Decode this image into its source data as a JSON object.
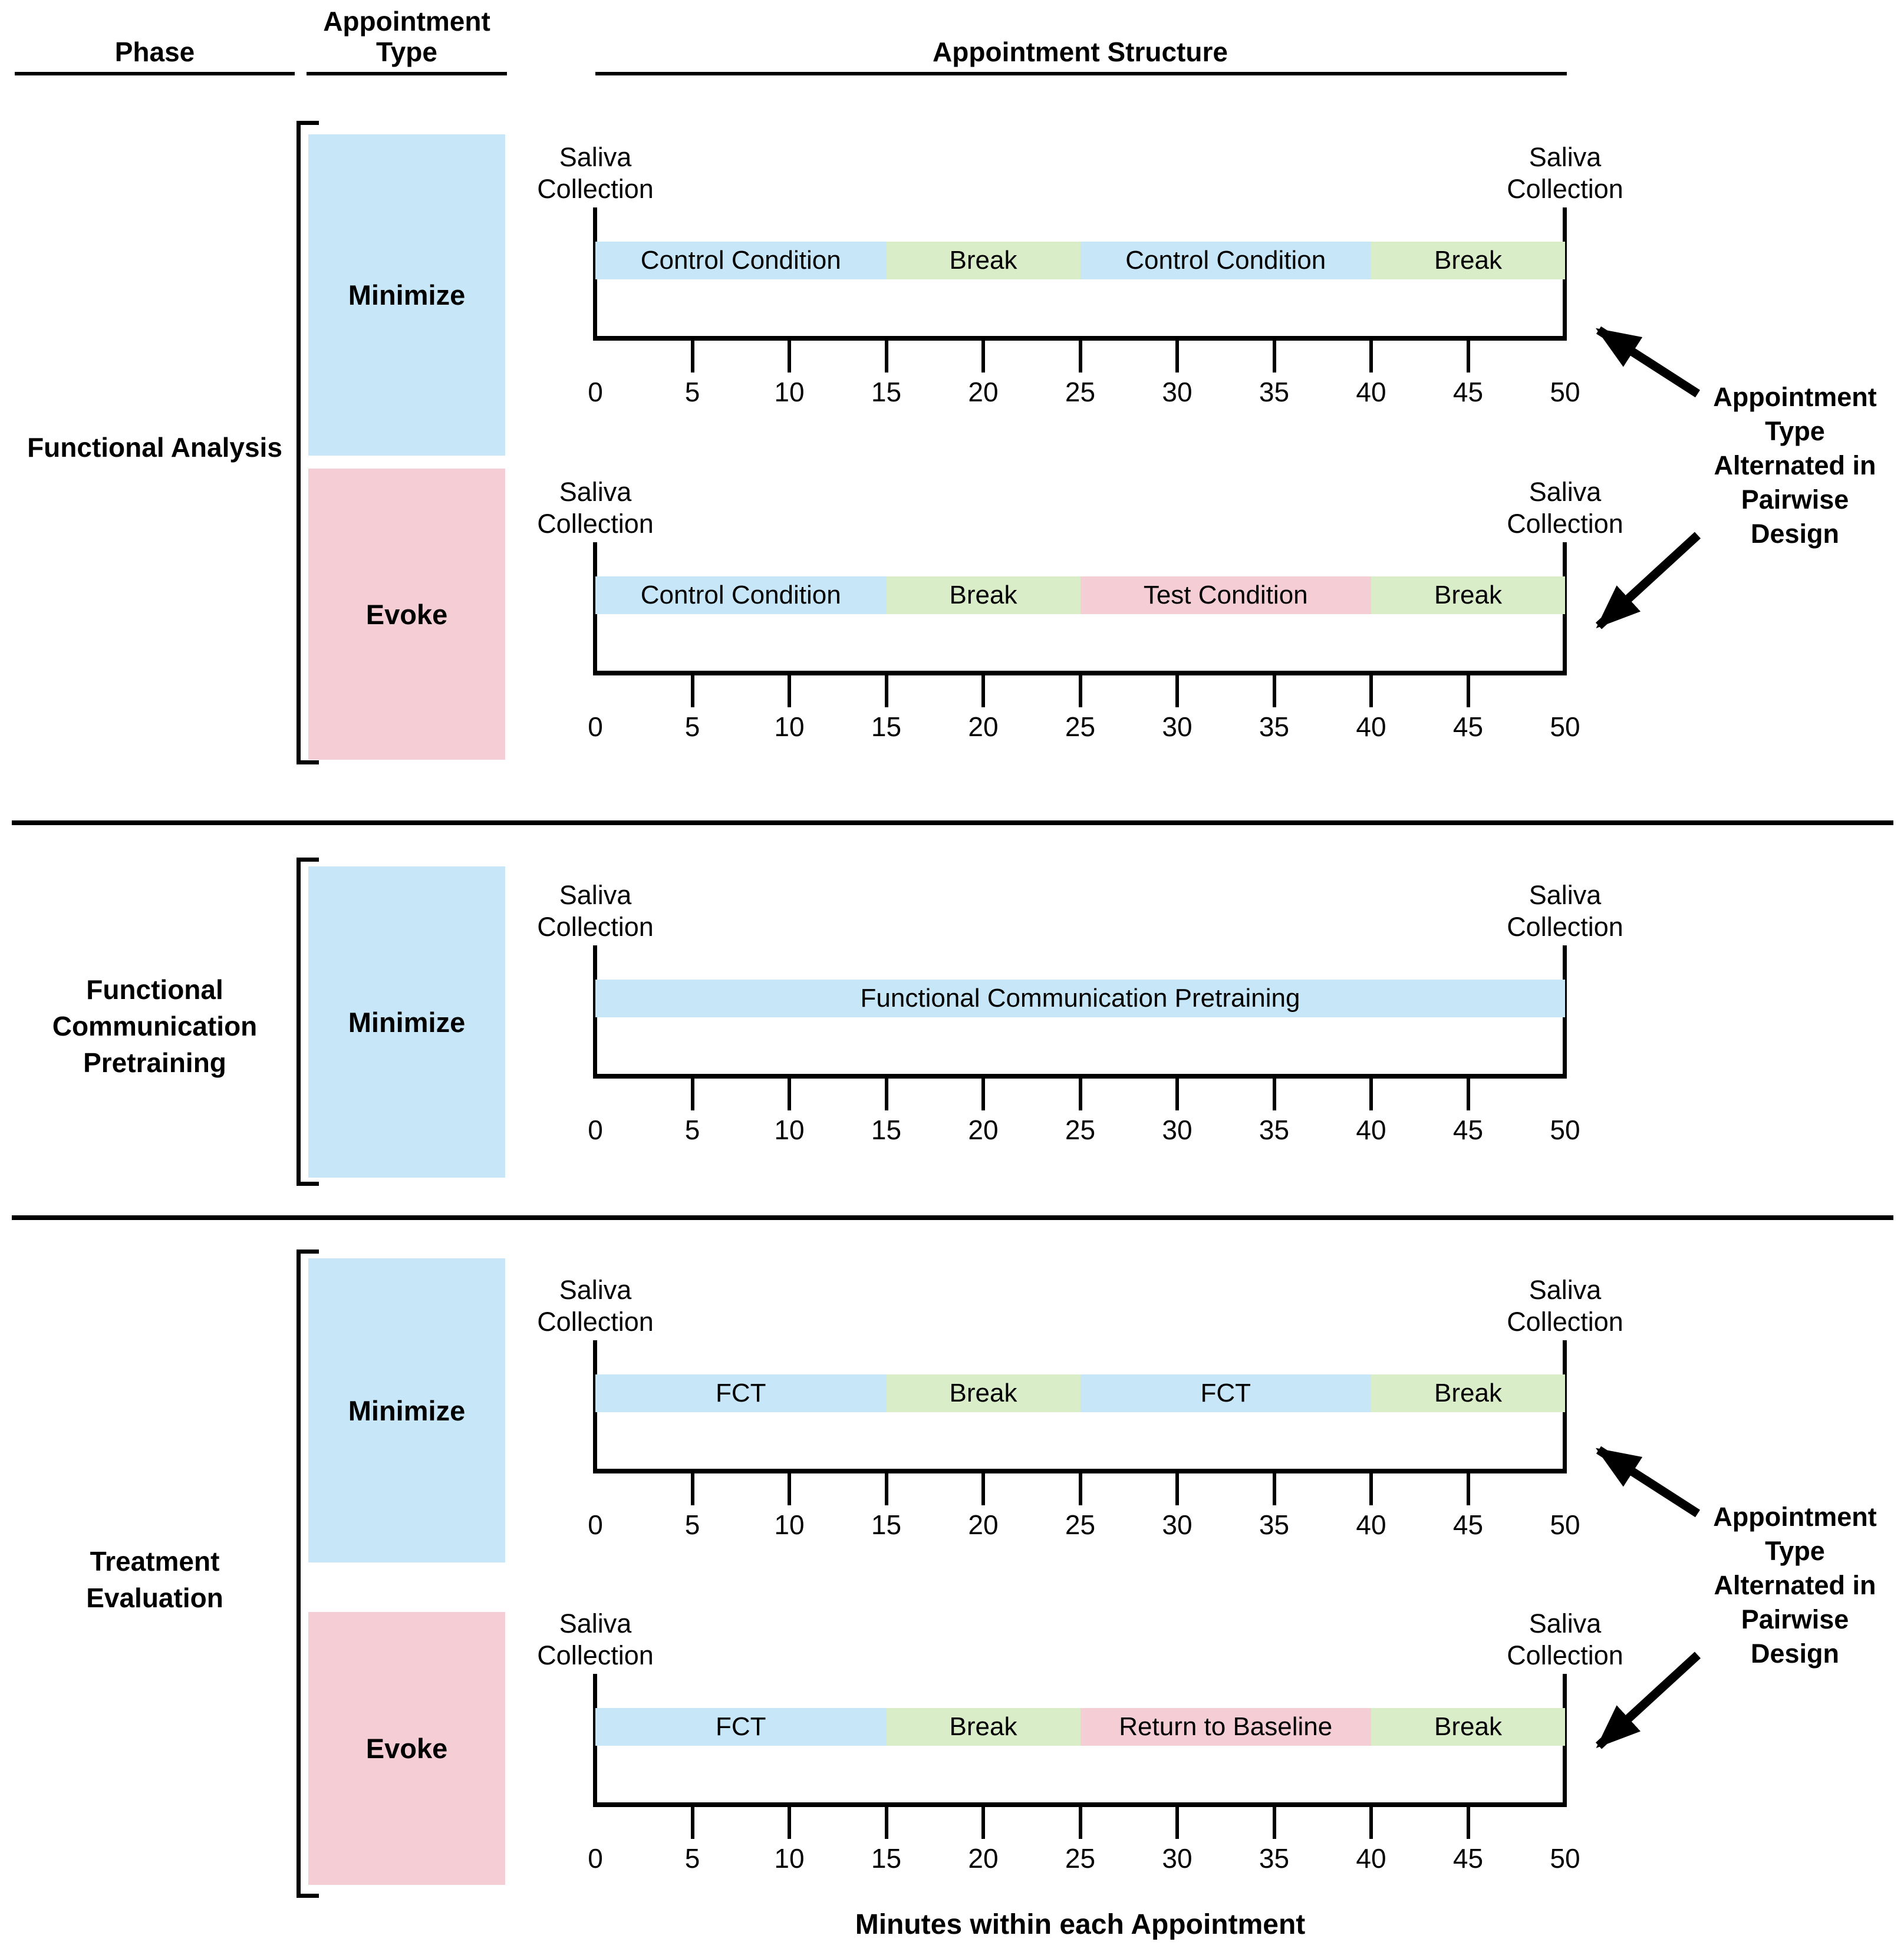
{
  "header": {
    "phase": "Phase",
    "appointment_type_line1": "Appointment",
    "appointment_type_line2": "Type",
    "appointment_structure": "Appointment Structure"
  },
  "colors": {
    "blue": "#c7e7f8",
    "green": "#d8edc8",
    "pink": "#f5cdd5"
  },
  "saliva": {
    "line1": "Saliva",
    "line2": "Collection"
  },
  "axis": {
    "tick_labels": [
      "0",
      "5",
      "10",
      "15",
      "20",
      "25",
      "30",
      "35",
      "40",
      "45",
      "50"
    ],
    "title": "Minutes within each Appointment"
  },
  "sections": [
    {
      "phase_lines": [
        "Functional Analysis"
      ],
      "rows": [
        {
          "type": "Minimize",
          "type_color": "blue",
          "segments": [
            {
              "label": "Control Condition",
              "color": "blue",
              "start_min": 0,
              "end_min": 15
            },
            {
              "label": "Break",
              "color": "green",
              "start_min": 15,
              "end_min": 25
            },
            {
              "label": "Control Condition",
              "color": "blue",
              "start_min": 25,
              "end_min": 40
            },
            {
              "label": "Break",
              "color": "green",
              "start_min": 40,
              "end_min": 50
            }
          ]
        },
        {
          "type": "Evoke",
          "type_color": "pink",
          "segments": [
            {
              "label": "Control Condition",
              "color": "blue",
              "start_min": 0,
              "end_min": 15
            },
            {
              "label": "Break",
              "color": "green",
              "start_min": 15,
              "end_min": 25
            },
            {
              "label": "Test Condition",
              "color": "pink",
              "start_min": 25,
              "end_min": 40
            },
            {
              "label": "Break",
              "color": "green",
              "start_min": 40,
              "end_min": 50
            }
          ]
        }
      ]
    },
    {
      "phase_lines": [
        "Functional",
        "Communication",
        "Pretraining"
      ],
      "rows": [
        {
          "type": "Minimize",
          "type_color": "blue",
          "segments": [
            {
              "label": "Functional Communication Pretraining",
              "color": "blue",
              "start_min": 0,
              "end_min": 50
            }
          ]
        }
      ]
    },
    {
      "phase_lines": [
        "Treatment",
        "Evaluation"
      ],
      "rows": [
        {
          "type": "Minimize",
          "type_color": "blue",
          "segments": [
            {
              "label": "FCT",
              "color": "blue",
              "start_min": 0,
              "end_min": 15
            },
            {
              "label": "Break",
              "color": "green",
              "start_min": 15,
              "end_min": 25
            },
            {
              "label": "FCT",
              "color": "blue",
              "start_min": 25,
              "end_min": 40
            },
            {
              "label": "Break",
              "color": "green",
              "start_min": 40,
              "end_min": 50
            }
          ]
        },
        {
          "type": "Evoke",
          "type_color": "pink",
          "segments": [
            {
              "label": "FCT",
              "color": "blue",
              "start_min": 0,
              "end_min": 15
            },
            {
              "label": "Break",
              "color": "green",
              "start_min": 15,
              "end_min": 25
            },
            {
              "label": "Return to Baseline",
              "color": "pink",
              "start_min": 25,
              "end_min": 40
            },
            {
              "label": "Break",
              "color": "green",
              "start_min": 40,
              "end_min": 50
            }
          ]
        }
      ]
    }
  ],
  "annotation": {
    "lines": [
      "Appointment",
      "Type",
      "Alternated in",
      "Pairwise",
      "Design"
    ]
  }
}
